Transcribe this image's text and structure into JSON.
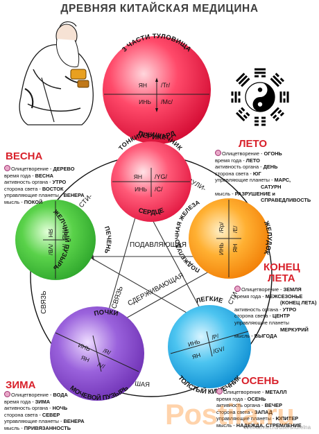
{
  "title": "ДРЕВНЯЯ КИТАЙСКАЯ МЕДИЦИНА",
  "top_circle": {
    "arc_top": "3 ЧАСТИ ТУЛОВИЩА",
    "arc_bottom": "ПЕРИКАРД",
    "yang": "ЯН",
    "yang_code": "/Tr/",
    "yin": "ИНЬ",
    "yin_code": "/Mc/"
  },
  "elements": {
    "fire": {
      "arc_top": "ТОНКИЙ КИШЕЧНИК",
      "arc_bottom": "СЕРДЦЕ",
      "yang": "ЯН",
      "yang_code": "/YG/",
      "yin": "ИНЬ",
      "yin_code": "/C/",
      "color": "#e8154a"
    },
    "earth": {
      "arc_left": "ПОДЖЕЛУДОЧНАЯ ЖЕЛЕЗА",
      "arc_right": "ЖЕЛУДОК",
      "yin": "ИНЬ",
      "yin_code": "/Rp/",
      "yang": "ЯН",
      "yang_code": "/E/",
      "color": "#f0800a"
    },
    "metal": {
      "arc_top": "ЛЕГКИЕ",
      "arc_bottom": "ТОЛСТЫЙ КИШЕЧНИК",
      "yin": "ИНЬ",
      "yin_code": "/P/",
      "yang": "ЯН",
      "yang_code": "/GV/",
      "color": "#1ea0dc"
    },
    "water": {
      "arc_top": "ПОЧКИ",
      "arc_bottom": "МОЧЕВОЙ ПУЗЫРЬ",
      "yin": "ИНЬ",
      "yin_code": "/R/",
      "yang": "ЯН",
      "yang_code": "/V/",
      "color": "#7a3ec0"
    },
    "wood": {
      "arc_left": "ЖЕЛЧНЫЙ ПУЗЫРЬ",
      "arc_right": "ПЕЧЕНЬ",
      "yang": "ЯН",
      "yang_code": "/VB/",
      "yin": "ИНЬ",
      "yin_code": "/F/",
      "color": "#3cb43c"
    }
  },
  "center": {
    "suppressing": "ПОДАВЛЯЮЩАЯ",
    "restraining": "СДЕРЖИВАЮЩАЯ",
    "link_left": "СВЯЗЬ",
    "link_inner": "СВЯЗЬ"
  },
  "ring_labels": {
    "top_left": "СТИ-",
    "top_right": "МУЛИ-",
    "right": "СТИ-",
    "bottom": "ШАЯ"
  },
  "seasons": {
    "spring": {
      "title": "ВЕСНА",
      "color": "#d8202a",
      "rows": [
        {
          "k": "Олицетворение",
          "v": "ДЕРЕВО"
        },
        {
          "k": "время года",
          "v": "ВЕСНА"
        },
        {
          "k": "активность органа",
          "v": "УТРО"
        },
        {
          "k": "сторона света",
          "v": "ВОСТОК"
        },
        {
          "k": "управляющие планеты",
          "v": "ВЕНЕРА"
        },
        {
          "k": "мысль",
          "v": "ПОКОЙ"
        }
      ]
    },
    "summer": {
      "title": "ЛЕТО",
      "color": "#d8202a",
      "rows": [
        {
          "k": "Олицетворение",
          "v": "ОГОНЬ"
        },
        {
          "k": "время года",
          "v": "ЛЕТО"
        },
        {
          "k": "активность органа",
          "v": "ДЕНЬ"
        },
        {
          "k": "сторона света",
          "v": "ЮГ"
        },
        {
          "k": "управляющие планеты",
          "v": "МАРС,"
        },
        {
          "k": "",
          "v": "САТУРН"
        },
        {
          "k": "мысль",
          "v": "РАЗРУШЕНИЕ и"
        },
        {
          "k": "",
          "v": "СПРАВЕДЛИВОСТЬ"
        }
      ]
    },
    "late_summer": {
      "title_1": "КОНЕЦ",
      "title_2": "ЛЕТА",
      "color": "#d8202a",
      "rows": [
        {
          "k": "Олицетворение",
          "v": "ЗЕМЛЯ"
        },
        {
          "k": "время года",
          "v": "МЕЖСЕЗОНЬЕ"
        },
        {
          "k": "",
          "v": "(КОНЕЦ ЛЕТА)"
        },
        {
          "k": "активность органа",
          "v": "УТРО"
        },
        {
          "k": "сторона света",
          "v": "ЦЕНТР"
        },
        {
          "k": "управляющие планеты",
          "v": ""
        },
        {
          "k": "",
          "v": "МЕРКУРИЙ"
        },
        {
          "k": "мысль",
          "v": "ВЫГОДА"
        }
      ]
    },
    "winter": {
      "title": "ЗИМА",
      "color": "#d8202a",
      "rows": [
        {
          "k": "Олицетворение",
          "v": "ВОДА"
        },
        {
          "k": "время года",
          "v": "ЗИМА"
        },
        {
          "k": "активность органа",
          "v": "НОЧЬ"
        },
        {
          "k": "сторона света",
          "v": "СЕВЕР"
        },
        {
          "k": "управляющие планеты",
          "v": "ВЕНЕРА"
        },
        {
          "k": "мысль",
          "v": "ПРИВЯЗАННОСТЬ"
        }
      ]
    },
    "autumn": {
      "title": "ОСЕНЬ",
      "color": "#d8202a",
      "rows": [
        {
          "k": "Олицетворение",
          "v": "МЕТАЛЛ"
        },
        {
          "k": "время года",
          "v": "ОСЕНЬ"
        },
        {
          "k": "активность органа",
          "v": "ВЕЧЕР"
        },
        {
          "k": "сторона света",
          "v": "ЗАПАД"
        },
        {
          "k": "управляющие планеты",
          "v": "ЮПИТЕР"
        },
        {
          "k": "мысль",
          "v": "НАДЕЖДА, СТРЕМЛЕНИЕ"
        }
      ]
    }
  },
  "watermark": {
    "main": "Postila.ru",
    "site": "liveinternet.ru/users/lorelna"
  }
}
